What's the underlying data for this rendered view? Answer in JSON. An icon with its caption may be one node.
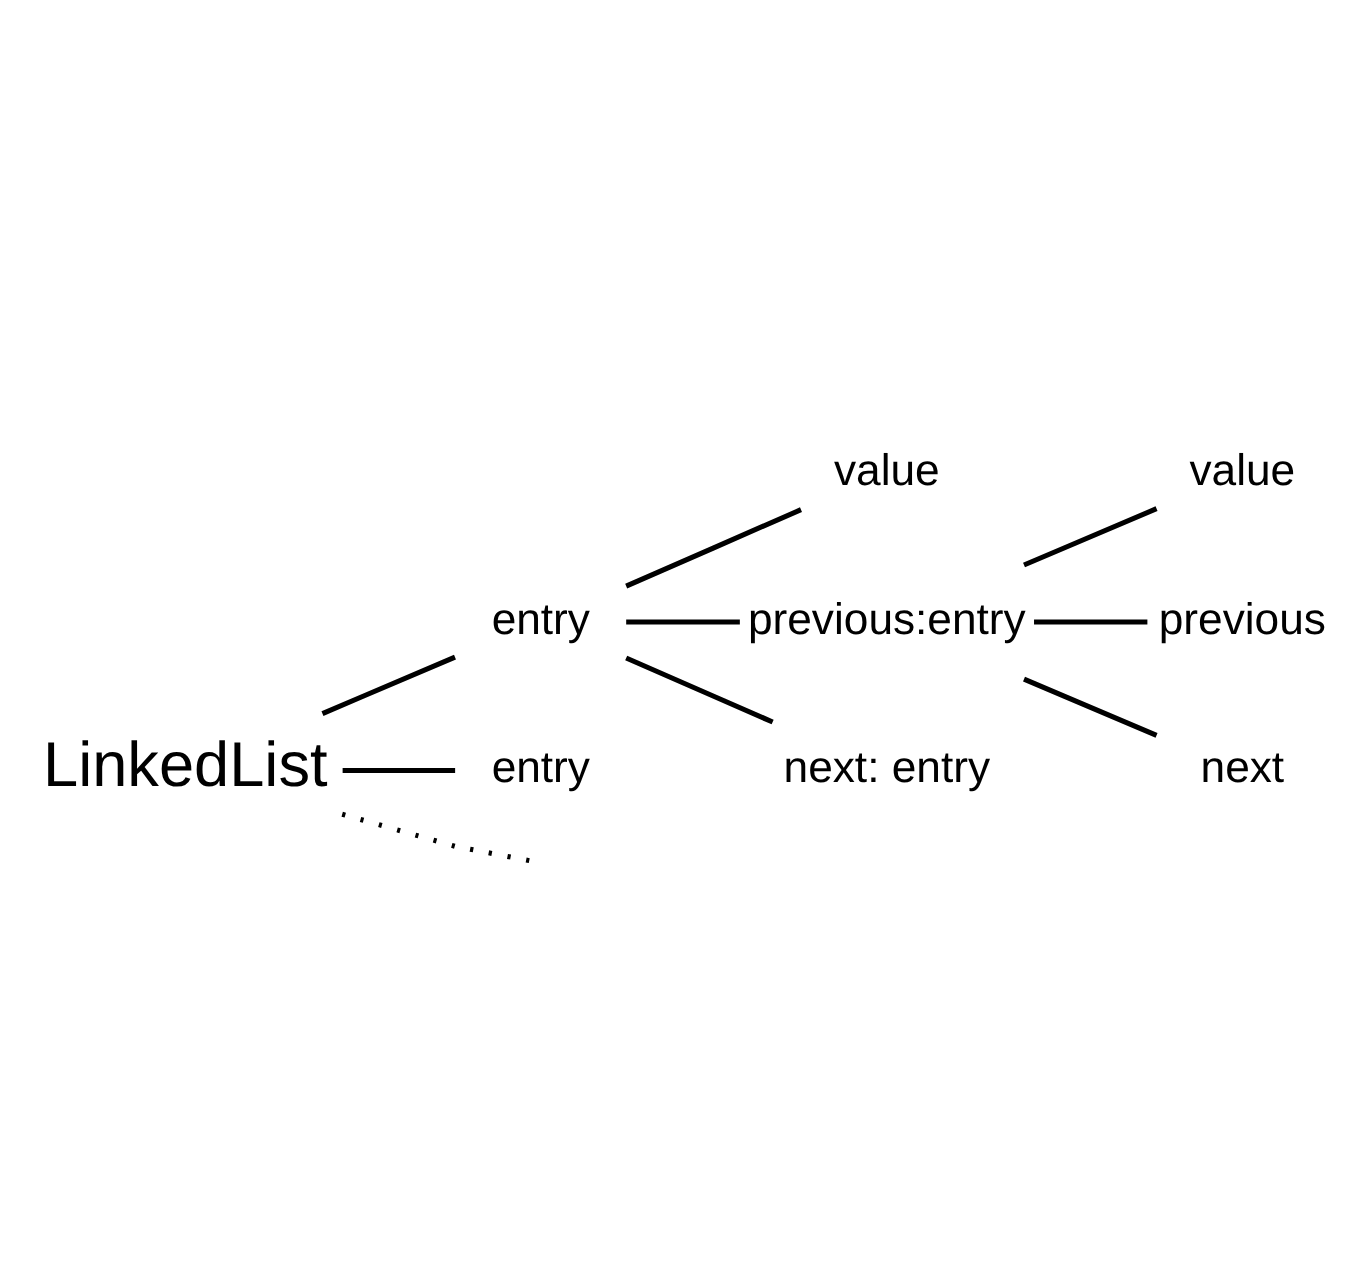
{
  "diagram": {
    "nodes": [
      {
        "text": [
          "LinkedList"
        ]
      },
      {
        "text": [
          "entry"
        ]
      },
      {
        "text": [
          "value"
        ]
      },
      {
        "text": [
          "previous:entry"
        ]
      },
      {
        "text": [
          "value"
        ]
      },
      {
        "text": [
          "previous"
        ]
      },
      {
        "text": [
          "next"
        ]
      },
      {
        "text": [
          "next: entry"
        ]
      },
      {
        "text": [
          "entry"
        ]
      }
    ],
    "edges": [
      {
        "from": 0,
        "to": 1,
        "arrow": "none"
      },
      {
        "from": 1,
        "to": 2,
        "arrow": "none"
      },
      {
        "from": 1,
        "to": 3,
        "arrow": "none"
      },
      {
        "from": 3,
        "to": 4,
        "arrow": "none"
      },
      {
        "from": 3,
        "to": 5,
        "arrow": "none"
      },
      {
        "from": 3,
        "to": 6,
        "arrow": "none"
      },
      {
        "from": 1,
        "to": 7,
        "arrow": "none"
      },
      {
        "from": 0,
        "to": 8,
        "arrow": "none"
      },
      {
        "from": 0,
        "to": null,
        "arrow": "none",
        "style": "dashed"
      }
    ]
  }
}
